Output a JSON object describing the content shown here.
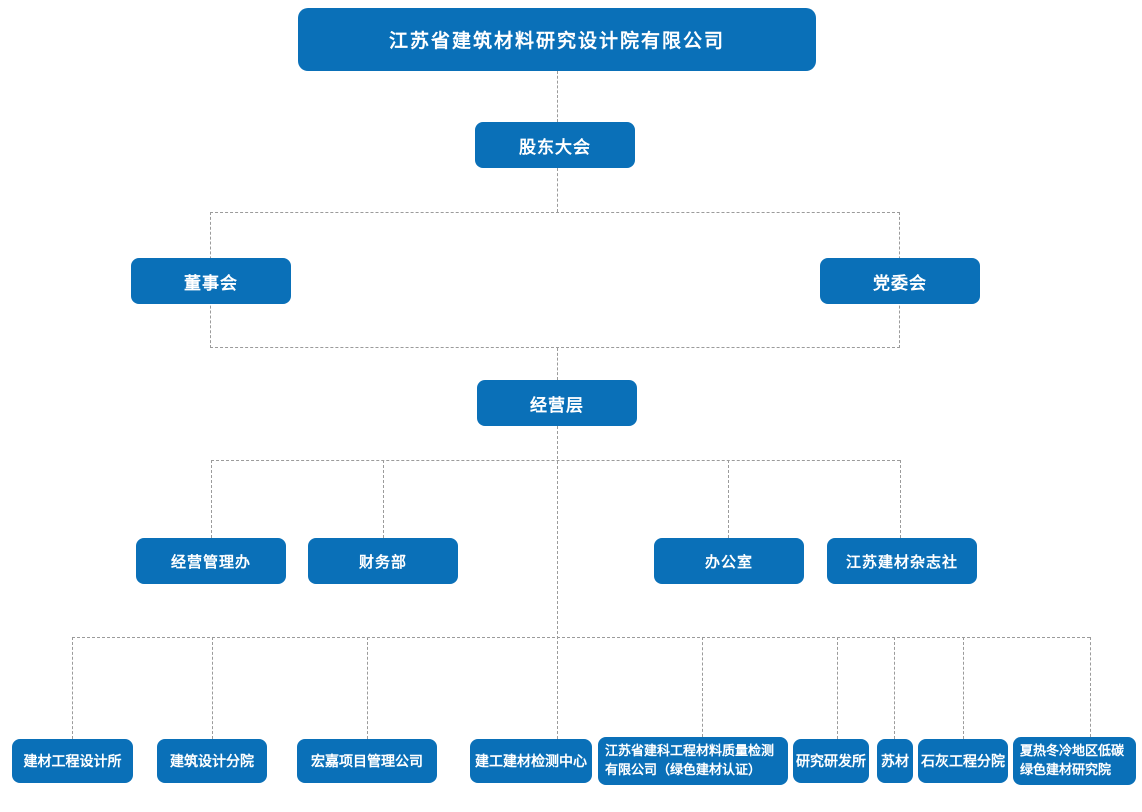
{
  "diagram": {
    "type": "org-chart",
    "colors": {
      "node_fill": "#0a70b8",
      "node_text": "#ffffff",
      "connector": "#9b9b9b",
      "page_bg": "#ffffff"
    },
    "nodes": {
      "root": {
        "label": "江苏省建筑材料研究设计院有限公司"
      },
      "shareholders": {
        "label": "股东大会"
      },
      "board": {
        "label": "董事会"
      },
      "party_committee": {
        "label": "党委会"
      },
      "management": {
        "label": "经营层"
      },
      "operation_office": {
        "label": "经营管理办"
      },
      "finance_dept": {
        "label": "财务部"
      },
      "general_office": {
        "label": "办公室"
      },
      "magazine": {
        "label": "江苏建材杂志社"
      },
      "materials_design_institute": {
        "label": "建材工程设计所"
      },
      "architecture_branch": {
        "label": "建筑设计分院"
      },
      "hongjia_pm": {
        "label": "宏嘉项目管理公司"
      },
      "testing_center": {
        "label": "建工建材检测中心"
      },
      "jianke_quality": {
        "label": "江苏省建科工程材料质量检测\n有限公司（绿色建材认证）"
      },
      "research_institute": {
        "label": "研究研发所"
      },
      "sucai": {
        "label": "苏材"
      },
      "lime_branch": {
        "label": "石灰工程分院"
      },
      "low_carbon_institute": {
        "label": "夏热冬冷地区低碳\n绿色建材研究院"
      }
    }
  }
}
